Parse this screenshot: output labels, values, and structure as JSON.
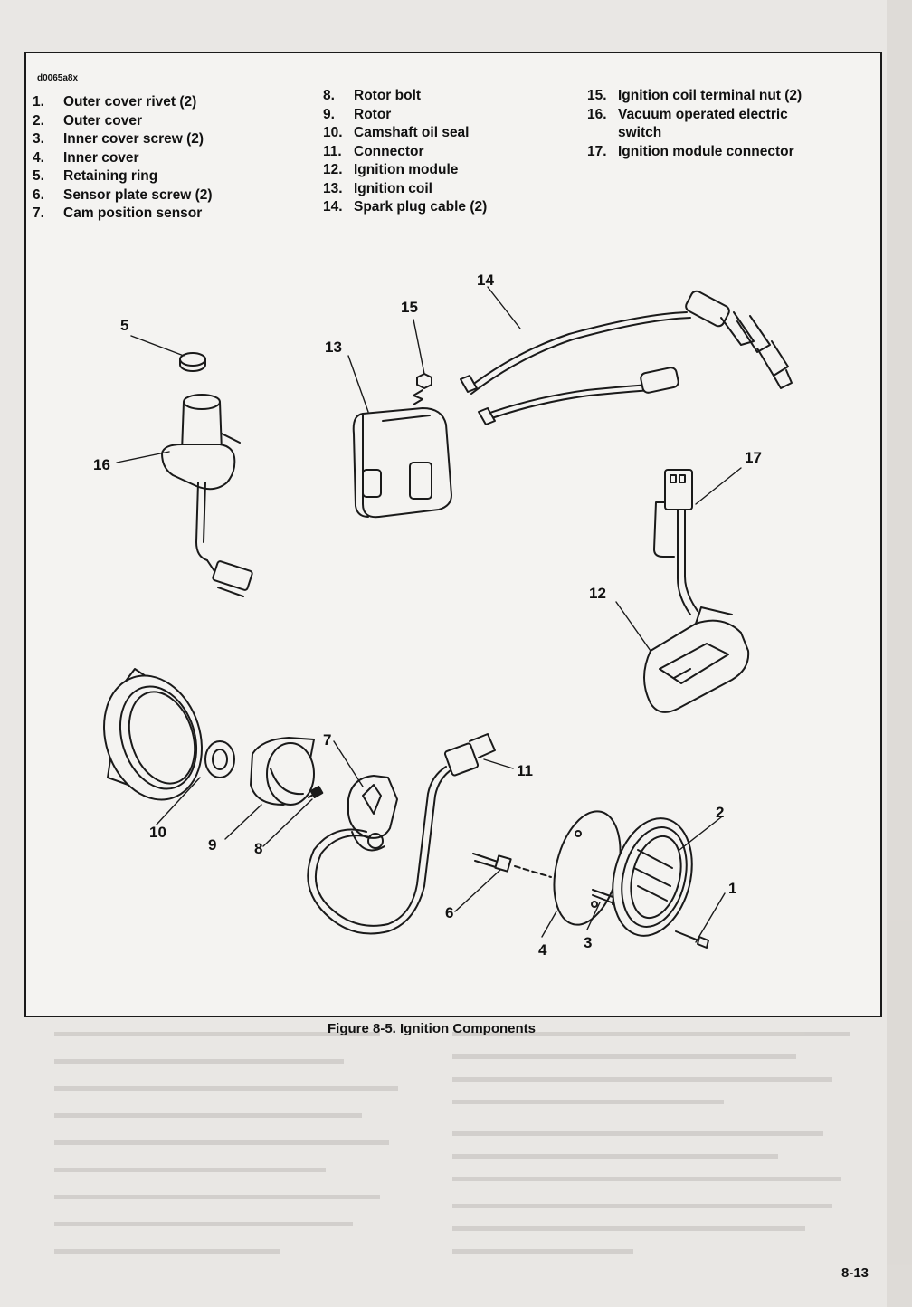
{
  "figure": {
    "code": "d0065a8x",
    "legend": {
      "column1": [
        {
          "num": "1.",
          "label": "Outer cover rivet (2)"
        },
        {
          "num": "2.",
          "label": "Outer cover"
        },
        {
          "num": "3.",
          "label": "Inner cover screw (2)"
        },
        {
          "num": "4.",
          "label": "Inner cover"
        },
        {
          "num": "5.",
          "label": "Retaining ring"
        },
        {
          "num": "6.",
          "label": "Sensor plate screw (2)"
        },
        {
          "num": "7.",
          "label": "Cam position sensor"
        }
      ],
      "column2": [
        {
          "num": "8.",
          "label": "Rotor bolt"
        },
        {
          "num": "9.",
          "label": "Rotor"
        },
        {
          "num": "10.",
          "label": "Camshaft oil seal"
        },
        {
          "num": "11.",
          "label": "Connector"
        },
        {
          "num": "12.",
          "label": "Ignition module"
        },
        {
          "num": "13.",
          "label": "Ignition coil"
        },
        {
          "num": "14.",
          "label": "Spark plug cable (2)"
        }
      ],
      "column3": [
        {
          "num": "15.",
          "label": "Ignition coil terminal nut (2)"
        },
        {
          "num": "16.",
          "label": "Vacuum operated electric switch"
        },
        {
          "num": "17.",
          "label": "Ignition module connector"
        }
      ]
    },
    "callouts": {
      "c1": "1",
      "c2": "2",
      "c3": "3",
      "c4": "4",
      "c5": "5",
      "c6": "6",
      "c7": "7",
      "c8": "8",
      "c9": "9",
      "c10": "10",
      "c11": "11",
      "c12": "12",
      "c13": "13",
      "c14": "14",
      "c15": "15",
      "c16": "16",
      "c17": "17"
    },
    "caption": "Figure 8-5. Ignition Components"
  },
  "page": {
    "number": "8-13"
  }
}
